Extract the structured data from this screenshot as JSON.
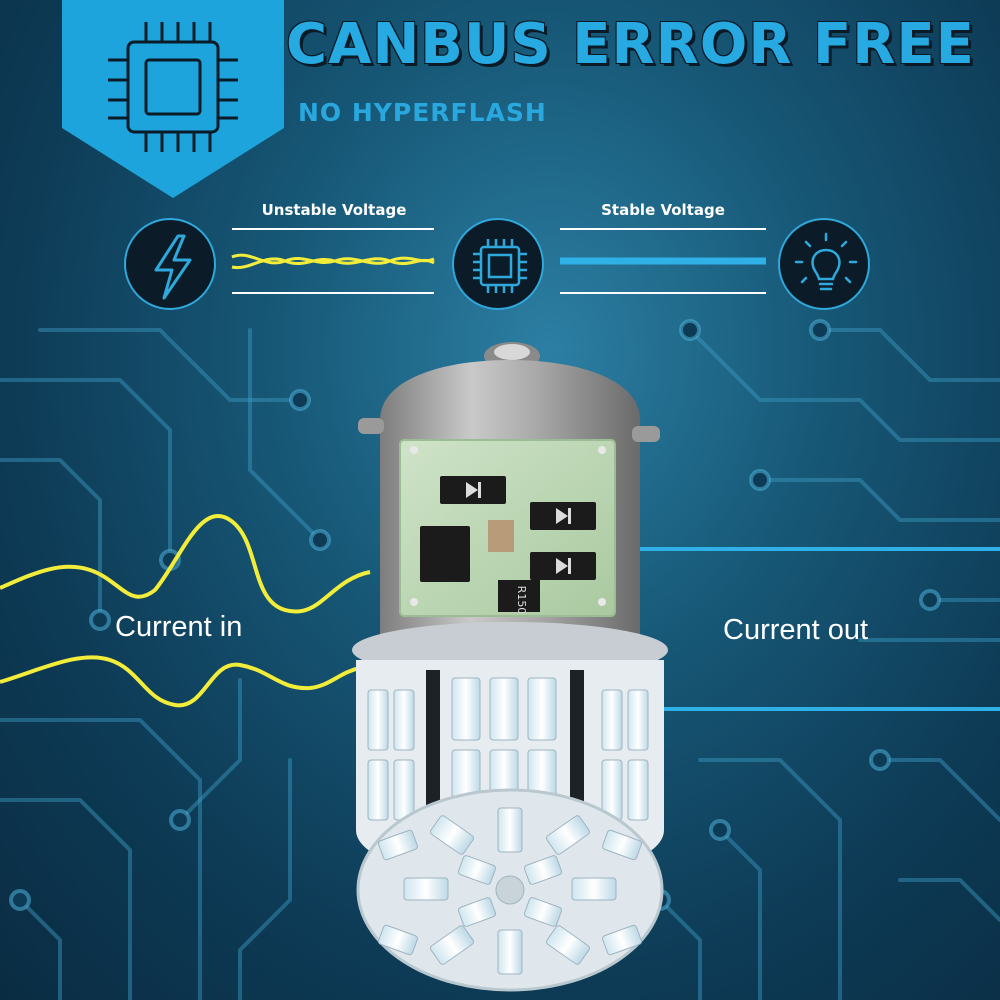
{
  "header": {
    "title": "CANBUS ERROR FREE",
    "subtitle": "NO HYPERFLASH"
  },
  "diagram": {
    "unstable_label": "Unstable Voltage",
    "stable_label": "Stable Voltage"
  },
  "labels": {
    "current_in": "Current in",
    "current_out": "Current out"
  },
  "bulb": {
    "resistor_marking": "R150",
    "polarity_mark": "+"
  },
  "icons": {
    "badge": "chip-icon",
    "left": "lightning-bolt-icon",
    "middle": "chip-icon",
    "right": "light-bulb-icon"
  },
  "colors": {
    "accent_blue": "#29a8e0",
    "wave_yellow": "#f2ec3a",
    "badge_bg": "#1ea4dc"
  }
}
